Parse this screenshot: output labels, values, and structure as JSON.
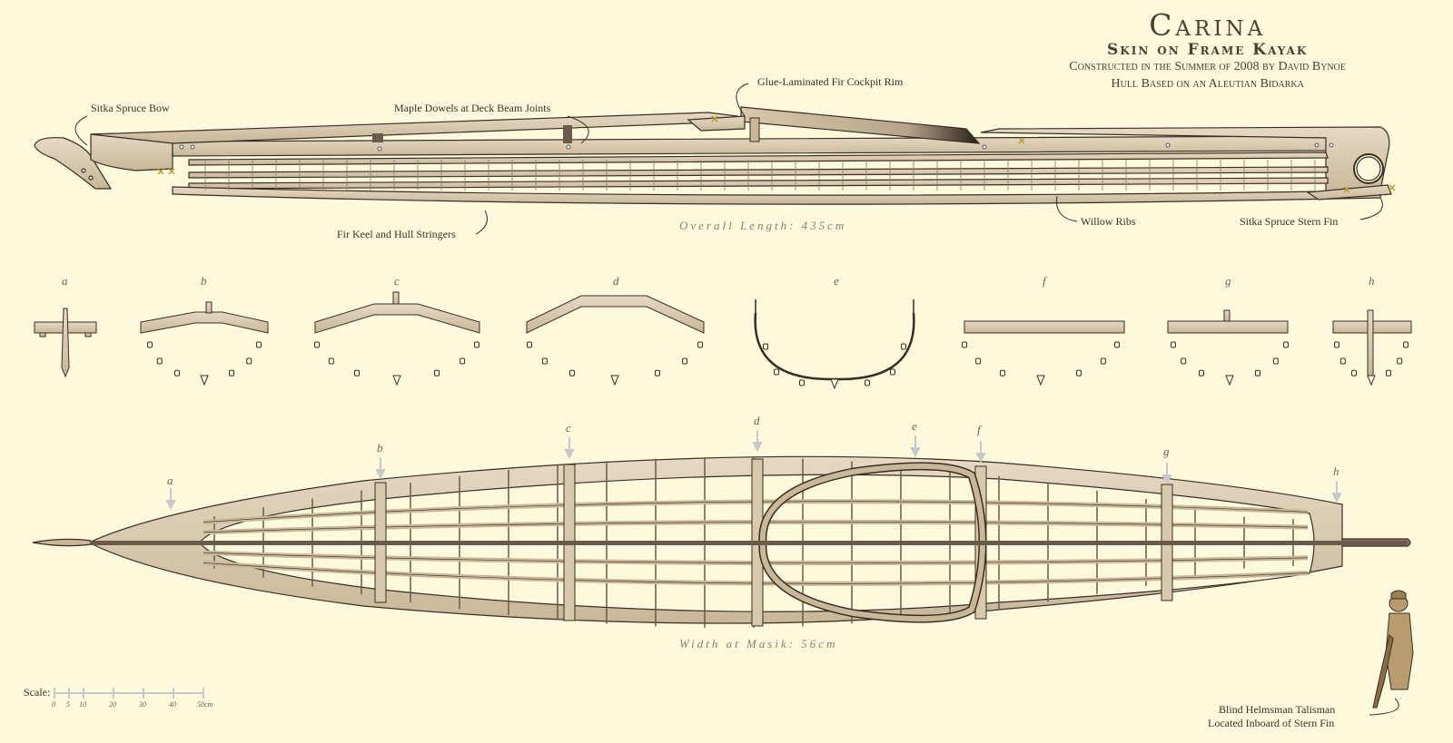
{
  "title": {
    "main": "Carina",
    "sub": "Skin on Frame Kayak",
    "line1": "Constructed in the Summer of 2008 by David Bynoe",
    "line2": "Hull Based on an Aleutian Bidarka"
  },
  "labels": {
    "bow": "Sitka Spruce Bow",
    "dowels": "Maple Dowels at Deck Beam Joints",
    "cockpit_rim": "Glue-Laminated Fir Cockpit Rim",
    "keel": "Fir Keel and Hull Stringers",
    "ribs": "Willow Ribs",
    "stern_fin": "Sitka Spruce Stern Fin",
    "overall_length": "Overall Length: 435cm",
    "width": "Width at Masik: 56cm",
    "talisman_1": "Blind Helmsman Talisman",
    "talisman_2": "Located Inboard of Stern Fin"
  },
  "sections": [
    "a",
    "b",
    "c",
    "d",
    "e",
    "f",
    "g",
    "h"
  ],
  "plan_sections": [
    "a",
    "b",
    "c",
    "d",
    "e",
    "f",
    "g",
    "h"
  ],
  "scale": {
    "label": "Scale:",
    "ticks": [
      "0",
      "5",
      "10",
      "20",
      "30",
      "40",
      "50cm"
    ]
  }
}
